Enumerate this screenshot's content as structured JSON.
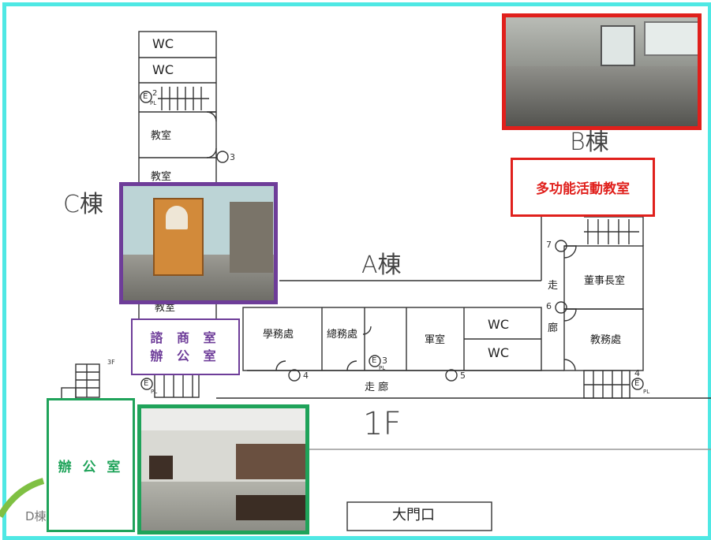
{
  "buildings": {
    "c_label": "C棟",
    "a_label": "A棟",
    "b_label": "B棟",
    "d_label": "D棟",
    "floor_label": "1F"
  },
  "c_wing": {
    "wc1": "WC",
    "wc2": "WC",
    "stair_tag": "E",
    "stair_num": "2",
    "stair_sub": "PL",
    "classroom": "教室",
    "classroom2": "教室",
    "classroom3": "教室",
    "exit3": "3"
  },
  "a_wing": {
    "rooms": [
      "學務處",
      "總務處",
      "軍室",
      "WC",
      "WC"
    ],
    "corridor": "走 廊",
    "exit4": "4",
    "exit5": "5",
    "stair_tag": "E",
    "stair_num": "3",
    "stair_sub": "PL"
  },
  "b_wing": {
    "rooms": [
      "董事長室",
      "教務處"
    ],
    "corridor_v1": "走",
    "corridor_v2": "廊",
    "exit7": "7",
    "exit6": "6",
    "stair_num": "4",
    "stair_tag": "E",
    "stair_sub": "PL"
  },
  "d_wing": {
    "stair_tag": "E",
    "stair_sub": "PL",
    "floor_tag": "3F"
  },
  "gate": "大門口",
  "callouts": {
    "multi_room": "多功能活動教室",
    "consult_line1": "諮 商 室",
    "consult_line2": "辦 公 室",
    "office": "辦 公 室"
  },
  "colors": {
    "frame": "#4fe8e4",
    "red": "#e0201c",
    "purple": "#6e3d99",
    "green": "#1fa35a"
  }
}
